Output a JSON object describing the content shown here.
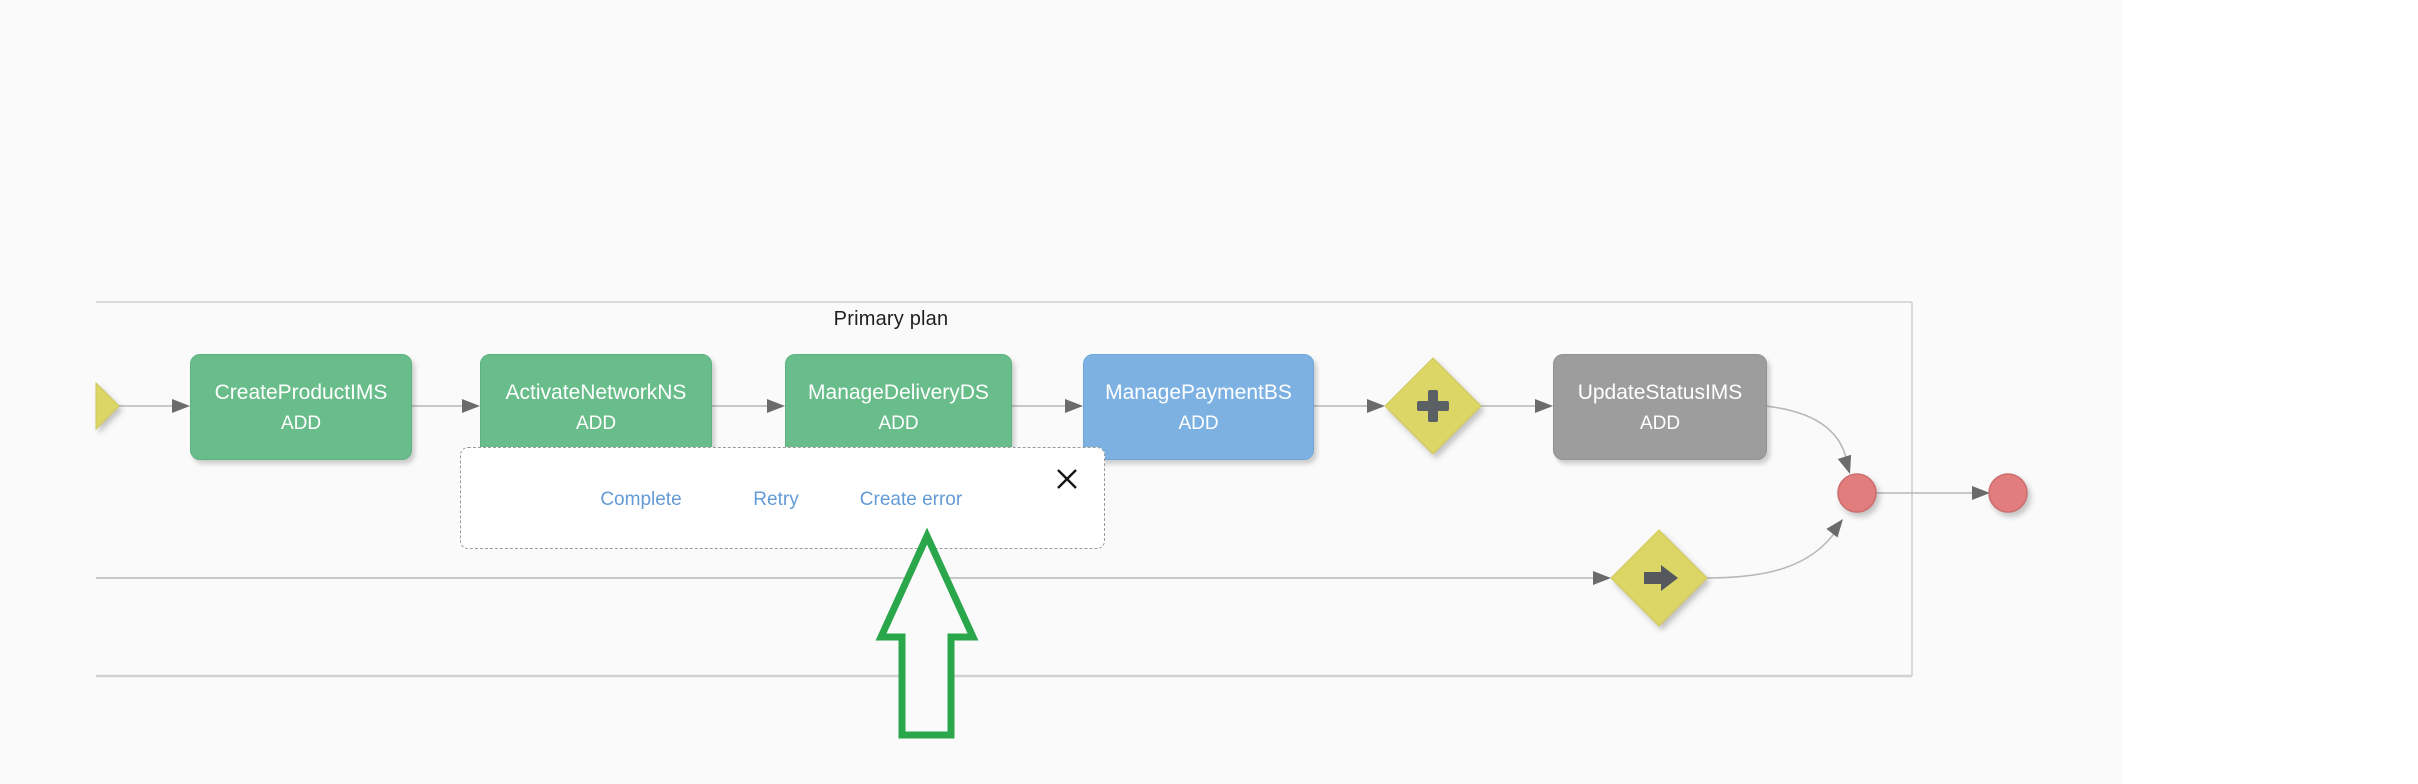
{
  "lane": {
    "title": "Primary plan"
  },
  "tasks": [
    {
      "label": "CreateProductIMS",
      "badge": "ADD",
      "color": "#68bd8a"
    },
    {
      "label": "ActivateNetworkNS",
      "badge": "ADD",
      "color": "#68bd8a"
    },
    {
      "label": "ManageDeliveryDS",
      "badge": "ADD",
      "color": "#68bd8a"
    },
    {
      "label": "ManagePaymentBS",
      "badge": "ADD",
      "color": "#7cb1e2"
    },
    {
      "label": "UpdateStatusIMS",
      "badge": "ADD",
      "color": "#9d9d9d"
    }
  ],
  "gateways": [
    {
      "name": "parallel-gateway",
      "icon": "plus-icon",
      "color": "#dcd666"
    },
    {
      "name": "message-gateway",
      "icon": "arrow-right-icon",
      "color": "#dcd666"
    },
    {
      "name": "edge-half-gateway",
      "icon": "none",
      "color": "#dcd666"
    }
  ],
  "events": [
    {
      "type": "end-event",
      "color": "#e27d7d"
    },
    {
      "type": "end-event",
      "color": "#e27d7d"
    }
  ],
  "popup": {
    "actions": [
      {
        "label": "Complete"
      },
      {
        "label": "Retry"
      },
      {
        "label": "Create error"
      }
    ],
    "close_icon": "close-x"
  },
  "annotation": {
    "type": "arrow-up",
    "color": "#2aa64b"
  },
  "colors": {
    "canvas_bg": "#fafafa",
    "right_panel_bg": "#ffffff",
    "lane_border": "#d9d9d9",
    "flow_line": "#b8b8b8",
    "arrowhead": "#6b6b6b",
    "link_blue": "#639bd6"
  }
}
